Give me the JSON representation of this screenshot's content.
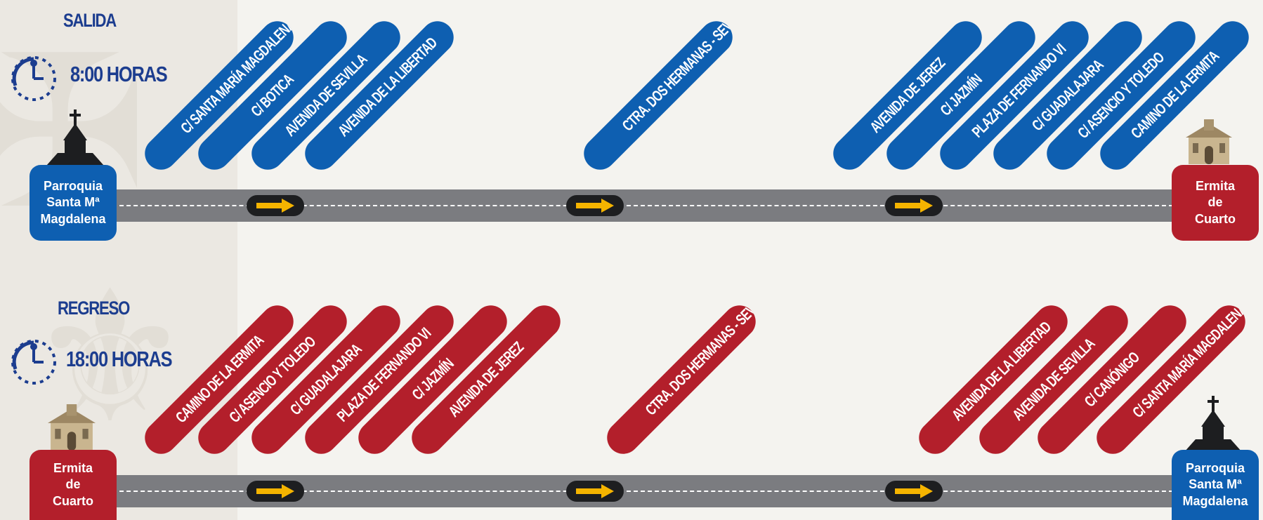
{
  "outbound": {
    "label": "SALIDA",
    "time": "8:00 HORAS",
    "start": "Parroquia\nSanta Mª\nMagdalena",
    "end": "Ermita\nde\nCuarto",
    "streets": [
      "C/ SANTA MARÍA MAGDALENA",
      "C/ BOTICA",
      "AVENIDA DE SEVILLA",
      "AVENIDA DE LA LIBERTAD",
      "CTRA. DOS HERMANAS - SEVILLA",
      "AVENIDA DE JEREZ",
      "C/ JAZMÍN",
      "PLAZA DE FERNANDO VI",
      "C/ GUADALAJARA",
      "C/ ASENCIO Y TOLEDO",
      "CAMINO DE LA ERMITA"
    ]
  },
  "return": {
    "label": "REGRESO",
    "time": "18:00 HORAS",
    "start": "Ermita\nde\nCuarto",
    "end": "Parroquia\nSanta Mª\nMagdalena",
    "streets": [
      "CAMINO DE LA ERMITA",
      "C/ ASENCIO Y TOLEDO",
      "C/ GUADALAJARA",
      "PLAZA DE FERNANDO VI",
      "C/ JAZMÍN",
      "AVENIDA DE JEREZ",
      "CTRA. DOS HERMANAS - SEVILLA",
      "AVENIDA DE LA LIBERTAD",
      "AVENIDA DE SEVILLA",
      "C/ CANÓNIGO",
      "C/ SANTA MARÍA MAGDALENA"
    ]
  },
  "icons": {
    "clock": "clock-icon",
    "arrow": "right-arrow-icon",
    "church": "church-icon",
    "chapel": "chapel-icon"
  },
  "colors": {
    "blue": "#0e5fb1",
    "red": "#b31f2b",
    "road": "#7b7c80",
    "arrow": "#f5b400",
    "title": "#1c3d8f"
  }
}
